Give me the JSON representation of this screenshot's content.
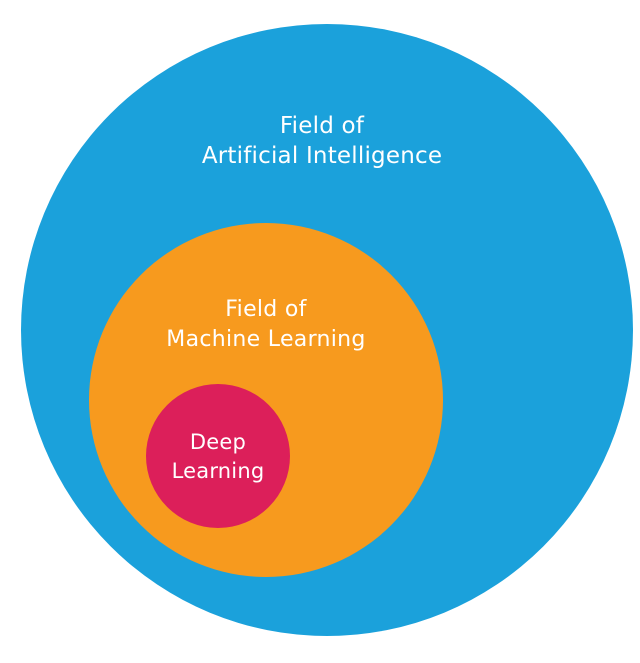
{
  "colors": {
    "artificial_intelligence": "#1BA1DB",
    "machine_learning": "#F79A1E",
    "deep_learning": "#DC1F5A",
    "label_text": "#FFFFFF",
    "background": "#FFFFFF"
  },
  "circles": {
    "ai": {
      "line1": "Field of",
      "line2": "Artificial Intelligence"
    },
    "ml": {
      "line1": "Field of",
      "line2": "Machine Learning"
    },
    "dl": {
      "line1": "Deep",
      "line2": "Learning"
    }
  }
}
